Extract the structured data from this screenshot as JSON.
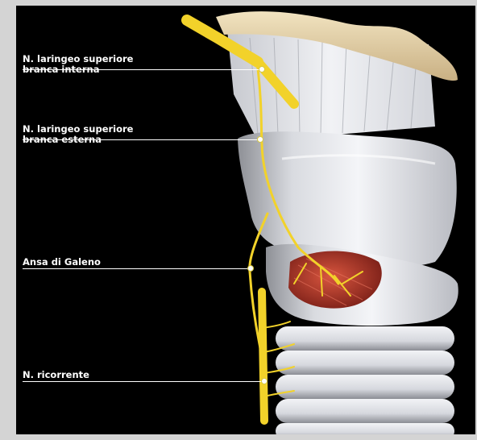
{
  "header": {
    "title": "",
    "title_color": "#3344c8"
  },
  "figure": {
    "background": "#000000",
    "nerve_color": "#f2d22a",
    "cartilage_color": "#e4e6ea",
    "hyoid_color": "#e8d6ae",
    "muscle_color": "#b83a2c",
    "labels": [
      {
        "id": "internal-branch",
        "lines": [
          "N. laringeo superiore",
          "branca interna"
        ]
      },
      {
        "id": "external-branch",
        "lines": [
          "N. laringeo superiore",
          "branca esterna"
        ]
      },
      {
        "id": "galen-anastomosis",
        "lines": [
          "Ansa di Galeno"
        ]
      },
      {
        "id": "recurrent-nerve",
        "lines": [
          "N. ricorrente"
        ]
      }
    ]
  }
}
